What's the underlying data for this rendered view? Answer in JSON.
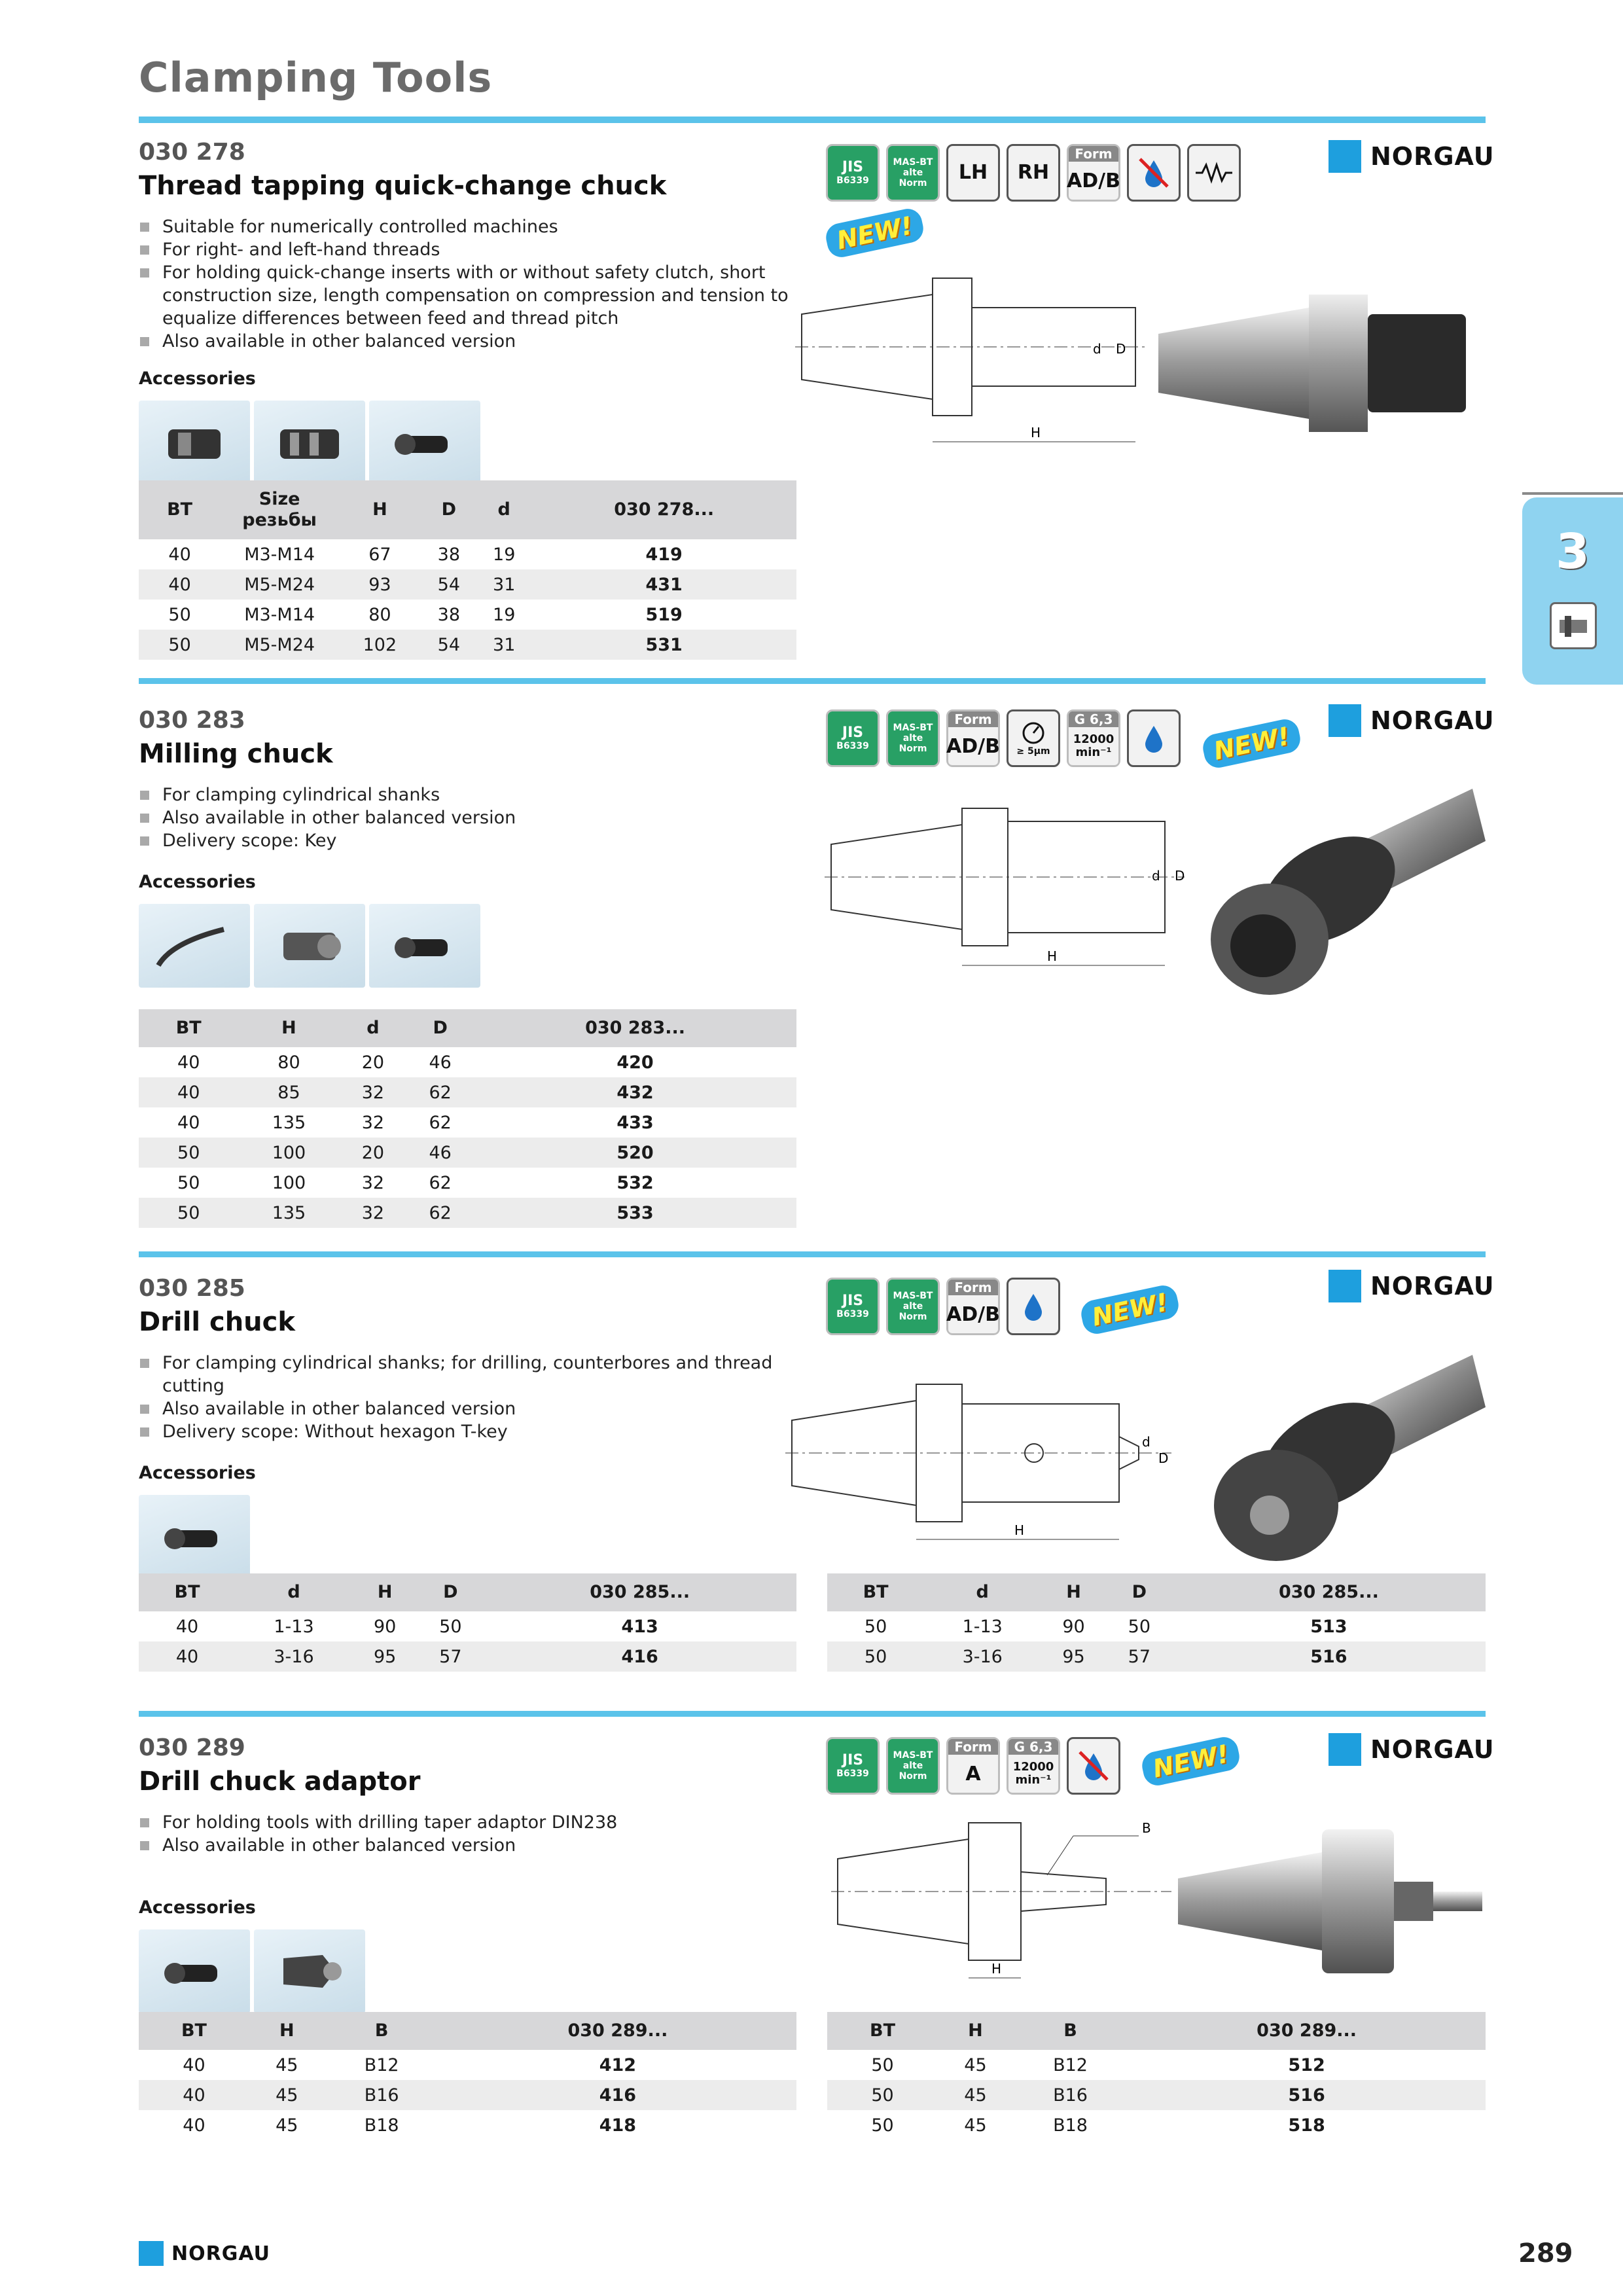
{
  "page": {
    "title": "Clamping Tools",
    "page_number": "289",
    "chapter_tab": "3",
    "footer_brand": "NORGAU"
  },
  "sections": [
    {
      "code": "030 278",
      "name": "Thread tapping quick-change chuck",
      "brand": "NORGAU",
      "features": [
        "Suitable for numerically controlled machines",
        "For right- and left-hand threads",
        "For holding quick-change inserts with or without safety clutch, short construction size, length compensation on compression and tension to equalize differences between feed and thread pitch",
        "Also available in other balanced version"
      ],
      "accessories_label": "Accessories",
      "icons": [
        "JIS B6339",
        "MAS-BT alte Norm",
        "LH",
        "RH",
        "Form AD/B",
        "no-coolant-icon",
        "compensation-icon"
      ],
      "new_badge": "NEW!",
      "drawing_labels": [
        "d",
        "D",
        "H"
      ],
      "table": {
        "headers": [
          "BT",
          "Size резьбы",
          "H",
          "D",
          "d",
          "030 278..."
        ],
        "rows": [
          [
            "40",
            "M3-M14",
            "67",
            "38",
            "19",
            "419"
          ],
          [
            "40",
            "M5-M24",
            "93",
            "54",
            "31",
            "431"
          ],
          [
            "50",
            "M3-M14",
            "80",
            "38",
            "19",
            "519"
          ],
          [
            "50",
            "M5-M24",
            "102",
            "54",
            "31",
            "531"
          ]
        ]
      }
    },
    {
      "code": "030 283",
      "name": "Milling chuck",
      "brand": "NORGAU",
      "features": [
        "For clamping cylindrical shanks",
        "Also available in other balanced version",
        "Delivery scope: Key"
      ],
      "accessories_label": "Accessories",
      "icons": [
        "JIS B6339",
        "MAS-BT alte Norm",
        "Form AD/B",
        "≥ 5µm",
        "G 6,3 12000 min⁻¹",
        "coolant-icon"
      ],
      "new_badge": "NEW!",
      "drawing_labels": [
        "d",
        "D",
        "H"
      ],
      "table": {
        "headers": [
          "BT",
          "H",
          "d",
          "D",
          "030 283..."
        ],
        "rows": [
          [
            "40",
            "80",
            "20",
            "46",
            "420"
          ],
          [
            "40",
            "85",
            "32",
            "62",
            "432"
          ],
          [
            "40",
            "135",
            "32",
            "62",
            "433"
          ],
          [
            "50",
            "100",
            "20",
            "46",
            "520"
          ],
          [
            "50",
            "100",
            "32",
            "62",
            "532"
          ],
          [
            "50",
            "135",
            "32",
            "62",
            "533"
          ]
        ]
      }
    },
    {
      "code": "030 285",
      "name": "Drill chuck",
      "brand": "NORGAU",
      "features": [
        "For clamping cylindrical shanks; for drilling, counterbores and thread cutting",
        "Also available in other balanced version",
        "Delivery scope: Without hexagon T-key"
      ],
      "accessories_label": "Accessories",
      "icons": [
        "JIS B6339",
        "MAS-BT alte Norm",
        "Form AD/B",
        "coolant-icon"
      ],
      "new_badge": "NEW!",
      "drawing_labels": [
        "d",
        "D",
        "H"
      ],
      "table_left": {
        "headers": [
          "BT",
          "d",
          "H",
          "D",
          "030 285..."
        ],
        "rows": [
          [
            "40",
            "1-13",
            "90",
            "50",
            "413"
          ],
          [
            "40",
            "3-16",
            "95",
            "57",
            "416"
          ]
        ]
      },
      "table_right": {
        "headers": [
          "BT",
          "d",
          "H",
          "D",
          "030 285..."
        ],
        "rows": [
          [
            "50",
            "1-13",
            "90",
            "50",
            "513"
          ],
          [
            "50",
            "3-16",
            "95",
            "57",
            "516"
          ]
        ]
      }
    },
    {
      "code": "030 289",
      "name": "Drill chuck adaptor",
      "brand": "NORGAU",
      "features": [
        "For holding tools with drilling taper adaptor DIN238",
        "Also available in other balanced version"
      ],
      "accessories_label": "Accessories",
      "icons": [
        "JIS B6339",
        "MAS-BT alte Norm",
        "Form A",
        "G 6,3 12000 min⁻¹",
        "no-coolant-icon"
      ],
      "new_badge": "NEW!",
      "drawing_labels": [
        "B",
        "H"
      ],
      "table_left": {
        "headers": [
          "BT",
          "H",
          "B",
          "030 289..."
        ],
        "rows": [
          [
            "40",
            "45",
            "B12",
            "412"
          ],
          [
            "40",
            "45",
            "B16",
            "416"
          ],
          [
            "40",
            "45",
            "B18",
            "418"
          ]
        ]
      },
      "table_right": {
        "headers": [
          "BT",
          "H",
          "B",
          "030 289..."
        ],
        "rows": [
          [
            "50",
            "45",
            "B12",
            "512"
          ],
          [
            "50",
            "45",
            "B16",
            "516"
          ],
          [
            "50",
            "45",
            "B18",
            "518"
          ]
        ]
      }
    }
  ],
  "colors": {
    "accent": "#5bc3ea",
    "brand": "#1e9fde",
    "header_gray": "#d7d7d9"
  }
}
